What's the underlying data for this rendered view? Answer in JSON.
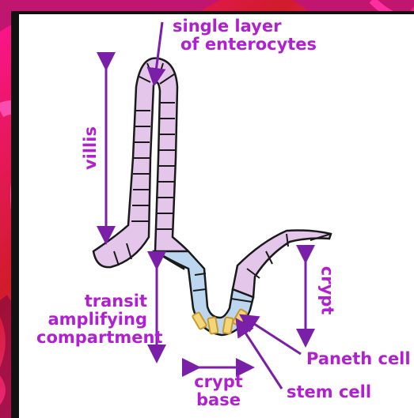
{
  "labels": {
    "enterocytes": [
      "single layer",
      "of enterocytes"
    ],
    "villis": "villis",
    "transit": [
      "transit",
      "amplifying",
      "compartment"
    ],
    "crypt_side": "crypt",
    "paneth": "Paneth cell",
    "stem": "stem cell",
    "crypt_base": [
      "crypt",
      "base"
    ]
  },
  "colors": {
    "label": "#b01fd0",
    "arrow": "#7a1fa8",
    "villus_fill": "#e3c6ea",
    "crypt_fill": "#bcd6f0",
    "paneth_fill": "#f3d57a",
    "outline": "#1a1a1a",
    "panel": "#ffffff",
    "frame": "#111111"
  }
}
